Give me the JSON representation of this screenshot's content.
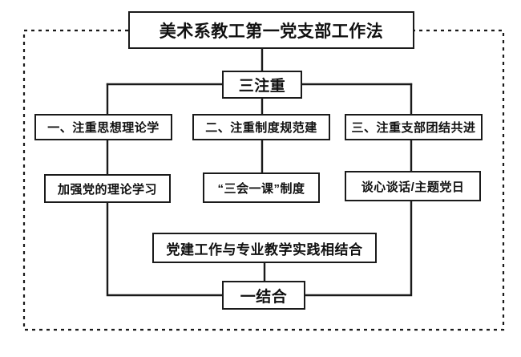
{
  "diagram": {
    "type": "flowchart",
    "title": "美术系教工第一党支部工作法",
    "frame": {
      "style": "dashed",
      "color": "#1a1a1a"
    },
    "hub": "三注重",
    "pillars": [
      {
        "label": "一、注重思想理论学",
        "detail": "加强党的理论学习"
      },
      {
        "label": "二、注重制度规范建",
        "detail": "“三会一课”制度"
      },
      {
        "label": "三、注重支部团结共进",
        "detail": "谈心谈话/主题党日"
      }
    ],
    "combine_long": "党建工作与专业教学实践相结合",
    "combine": "一结合"
  }
}
